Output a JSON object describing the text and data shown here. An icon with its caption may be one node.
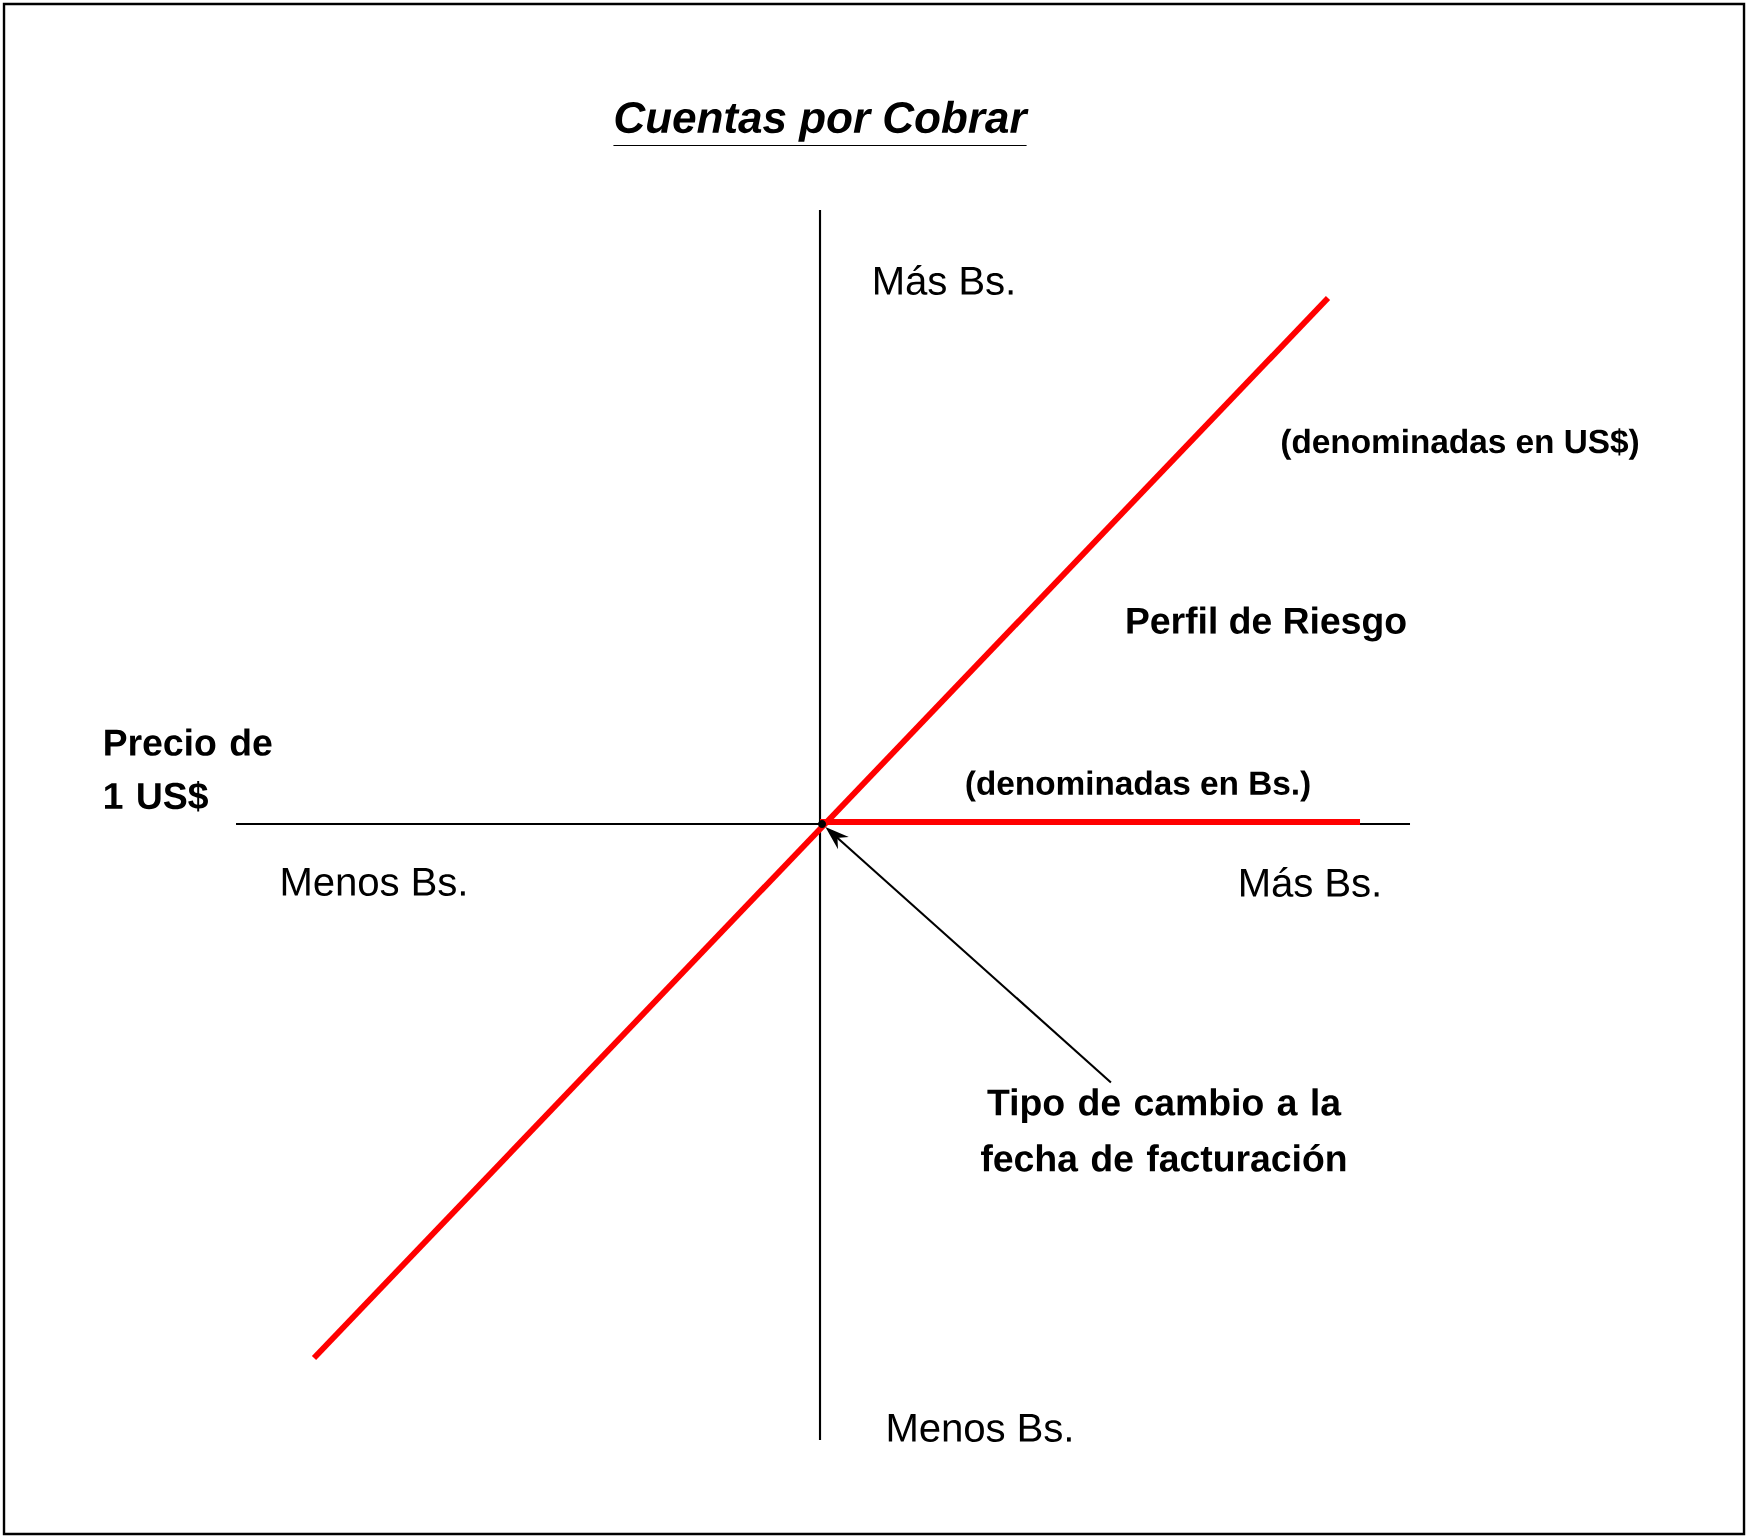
{
  "diagram": {
    "title": "Cuentas por Cobrar",
    "nodes": [
      {
        "text": [
          "Tipo de cambio a la fecha de facturación"
        ]
      },
      {
        "text": [],
        "shape": "point"
      }
    ],
    "edges": [
      {
        "from": 0,
        "to": 1,
        "arrow": "to"
      }
    ],
    "labels": [
      "Más Bs.",
      "(denominadas en US$)",
      "Perfil de Riesgo",
      "Precio de 1 US$",
      "(denominadas en Bs.)",
      "Menos Bs.",
      "Más Bs.",
      "Menos Bs."
    ]
  }
}
